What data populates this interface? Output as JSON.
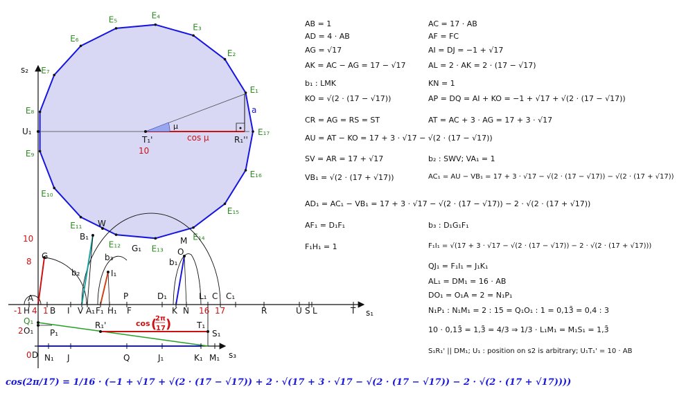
{
  "colors": {
    "polygon_fill": "#d8d8f5",
    "polygon_stroke": "#1515e0",
    "vertex_label": "#2e8b22",
    "axis_label_red": "#cc1111",
    "ink": "#111111",
    "formula": "#1a1ad6",
    "cos_segment": "#cc1111",
    "teal": "#1aa0a0",
    "green_line": "#22a022"
  },
  "axes": {
    "s1": "s₁",
    "s2": "s₂",
    "s3": "s₃"
  },
  "vertices": [
    "E₁",
    "E₂",
    "E₃",
    "E₄",
    "E₅",
    "E₆",
    "E₇",
    "E₈",
    "E₉",
    "E₁₀",
    "E₁₁",
    "E₁₂",
    "E₁₃",
    "E₁₄",
    "E₁₅",
    "E₁₆",
    "E₁₇"
  ],
  "geometry_labels": {
    "u1": "U₁",
    "t1p": "T₁'",
    "mu": "μ",
    "cos_mu": "cos μ",
    "r1pp": "R₁''",
    "a": "a",
    "ten": "10",
    "w": "W",
    "b1_pt": "B₁",
    "b2": "b₂",
    "b3": "b₃",
    "g1": "G₁",
    "i1": "I₁",
    "m": "M",
    "o": "O",
    "b1_line": "b₁",
    "g": "G",
    "eight": "8",
    "ten_axis": "10",
    "a_pt": "A",
    "h": "H",
    "b": "B",
    "i": "I",
    "v": "V",
    "a1": "A₁",
    "f1": "F₁",
    "h1": "H₁",
    "p": "P",
    "f": "F",
    "d1": "D₁",
    "k": "K",
    "n": "N",
    "l1": "L₁",
    "c": "C",
    "c1": "C₁",
    "r": "R",
    "u": "U",
    "s": "S",
    "l": "L",
    "t": "T",
    "minus1": "-1",
    "four": "4",
    "one": "1",
    "sixteen": "16",
    "seventeen": "17",
    "q1": "Q₁",
    "o1": "O₁",
    "two": "2",
    "p1": "P₁",
    "r1p": "R₁'",
    "t1": "T₁",
    "s1pt": "S₁",
    "cos_num": "2π",
    "cos_den": "17",
    "cos_word": "cos",
    "zero": "0",
    "d": "D",
    "n1": "N₁",
    "j": "J",
    "q": "Q",
    "j1": "J₁",
    "k1": "K₁",
    "m1": "M₁"
  },
  "equations": {
    "e01": "AB = 1",
    "e02": "AC = 17 · AB",
    "e03": "AD = 4 · AB",
    "e04": "AF = FC",
    "e05": "AG = √17",
    "e06": "AI = DJ = −1 + √17",
    "e07": "AK = AC − AG = 17 − √17",
    "e08": "AL = 2 · AK = 2 · (17 − √17)",
    "e09": "b₁ : LMK",
    "e10": "KN = 1",
    "e11": "KO = √(2 · (17 − √17))",
    "e12": "AP = DQ = AI + KO = −1 + √17 + √(2 · (17 − √17))",
    "e13": "CR = AG = RS = ST",
    "e14": "AT = AC + 3 · AG = 17 + 3 · √17",
    "e15": "AU = AT − KO = 17 + 3 · √17 − √(2 · (17 − √17))",
    "e16": "SV = AR = 17 + √17",
    "e17": "b₂ : SWV;   VA₁ = 1",
    "e18": "VB₁ = √(2 · (17 + √17))",
    "e19": "AC₁ = AU − VB₁ = 17 + 3 · √17 − √(2 · (17 − √17)) − √(2 · (17 + √17))",
    "e20": "AD₁ = AC₁ − VB₁ = 17 + 3 · √17 − √(2 · (17 − √17)) − 2 · √(2 · (17 + √17))",
    "e21": "AF₁ = D₁F₁",
    "e22": "b₃ : D₁G₁F₁",
    "e23": "F₁H₁ = 1",
    "e24": "F₁I₁ = √(17 + 3 · √17 − √(2 · (17 − √17)) − 2 · √(2 · (17 + √17)))",
    "e25": "QJ₁ = F₁I₁ = J₁K₁",
    "e26": "AL₁ = DM₁ = 16 · AB",
    "e27": "DO₁ = O₁A = 2 = N₁P₁",
    "e28": "N₁P₁ : N₁M₁ = 2 : 15 = Q₁O₁ : 1 = 0,13̄ = 0,4 : 3",
    "e29": "10 · 0,13̄ = 1,3̄ = 4/3 ⇒ 1/3 · L₁M₁ = M₁S₁ = 1,3̄",
    "e30": "S₁R₁' || DM₁;   U₁ : position on s2 is arbitrary;   U₁T₁' = 10 · AB"
  },
  "final_formula": "cos(2π/17) = 1/16 · (−1 + √17 + √(2 · (17 − √17)) + 2 · √(17 + 3 · √17 − √(2 · (17 − √17)) − 2 · √(2 · (17 + √17))))"
}
